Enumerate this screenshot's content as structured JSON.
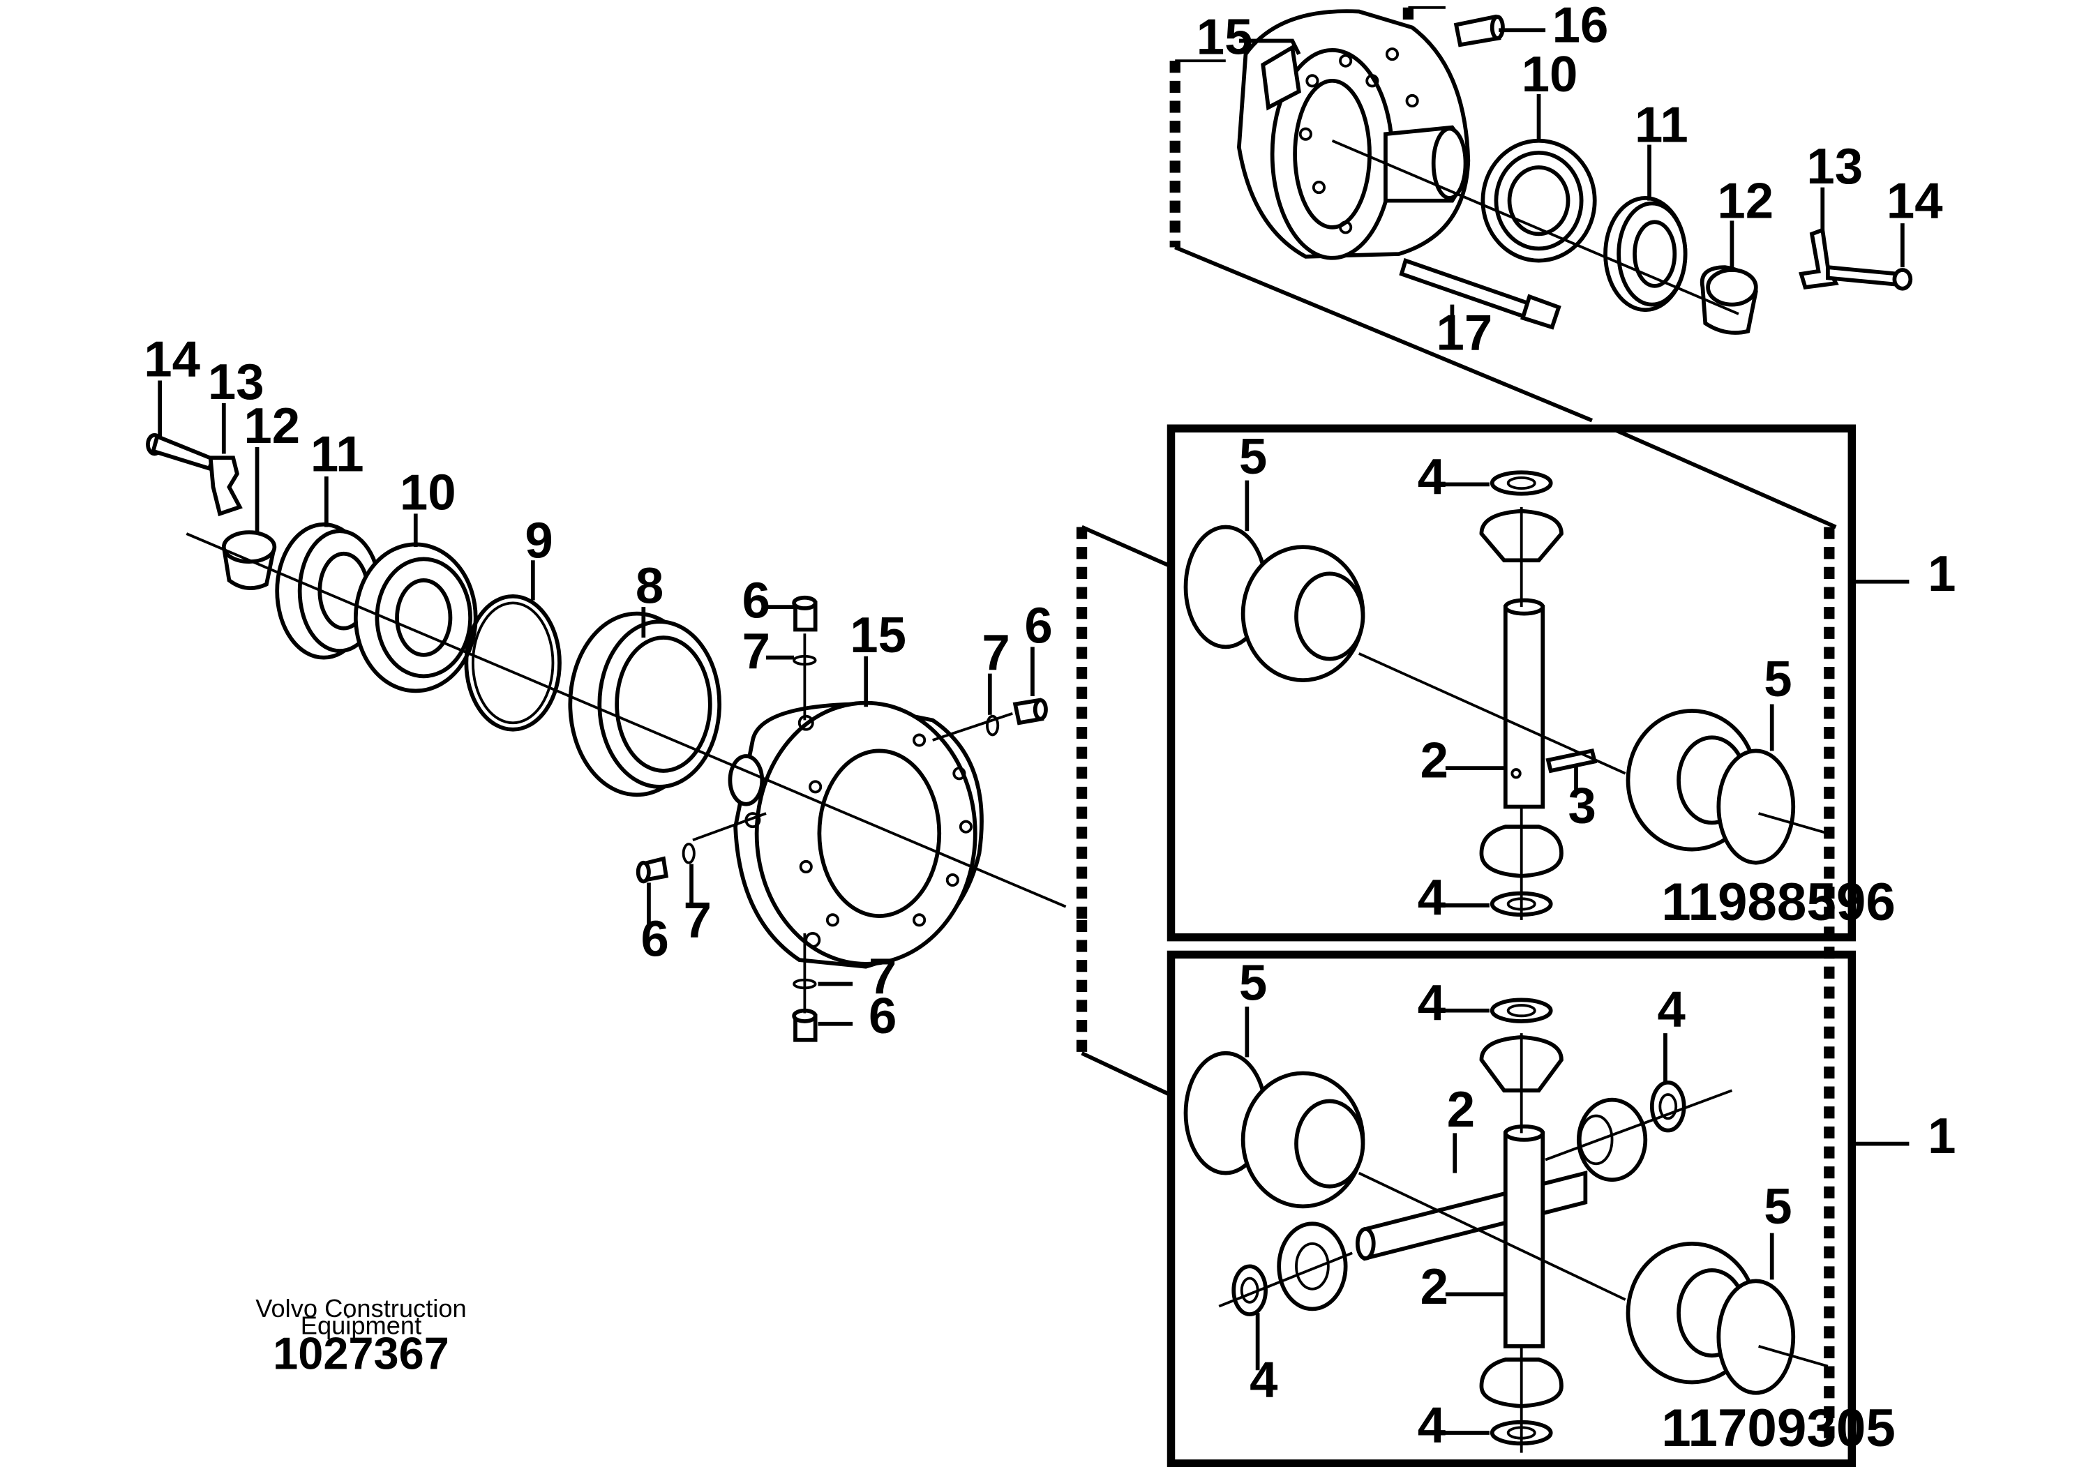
{
  "diagram": {
    "callouts": {
      "top_15": "15",
      "top_16": "16",
      "top_10": "10",
      "top_11": "11",
      "top_12": "12",
      "top_13": "13",
      "top_14": "14",
      "top_17": "17",
      "left_14": "14",
      "left_13": "13",
      "left_12": "12",
      "left_11": "11",
      "left_10": "10",
      "left_9": "9",
      "left_8": "8",
      "mid_6a": "6",
      "mid_7a": "7",
      "mid_15": "15",
      "mid_7b": "7",
      "mid_6b": "6",
      "mid_6c": "6",
      "mid_7c": "7",
      "mid_7d": "7",
      "mid_6d": "6",
      "kit1_5a": "5",
      "kit1_4a": "4",
      "kit1_1": "1",
      "kit1_2": "2",
      "kit1_5b": "5",
      "kit1_3": "3",
      "kit1_4b": "4",
      "kit2_5a": "5",
      "kit2_4a": "4",
      "kit2_4b": "4",
      "kit2_1": "1",
      "kit2_2a": "2",
      "kit2_2b": "2",
      "kit2_5b": "5",
      "kit2_4c": "4",
      "kit2_4d": "4"
    },
    "kit_codes": {
      "upper": "11988596",
      "lower": "11709305"
    },
    "branding": {
      "line1": "Volvo Construction",
      "line2": "Equipment",
      "number": "1027367"
    }
  }
}
